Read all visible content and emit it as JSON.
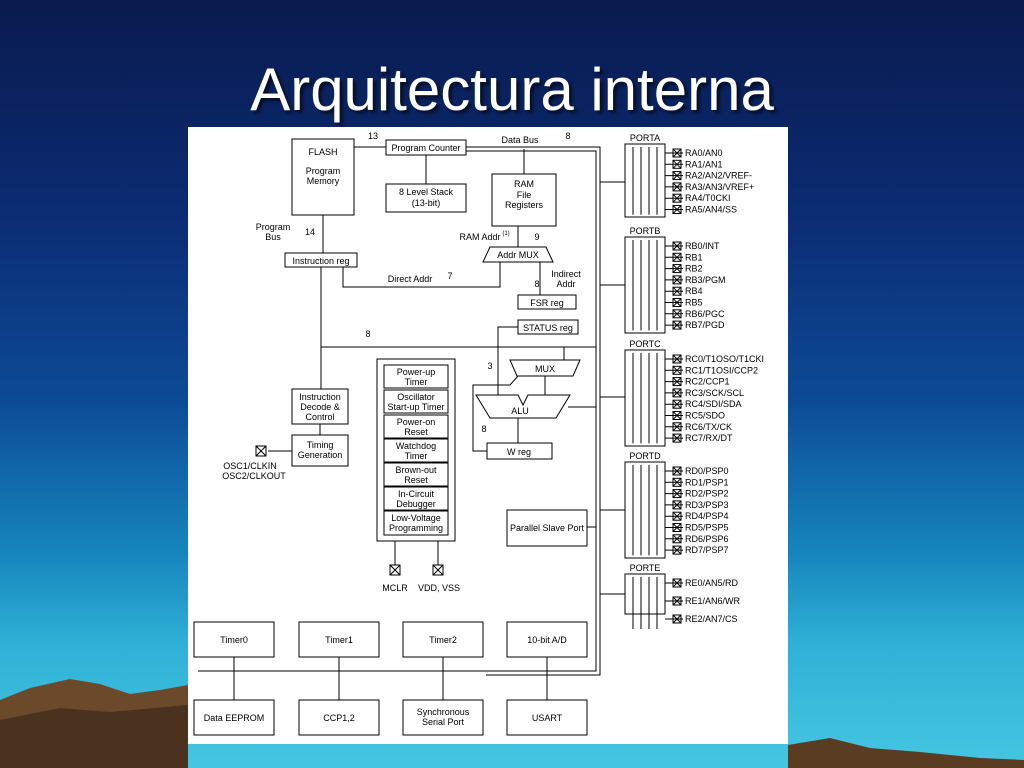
{
  "slide": {
    "title": "Arquitectura interna"
  },
  "diagram": {
    "blocks": {
      "flash": [
        "FLASH",
        "Program",
        "Memory"
      ],
      "program_counter": "Program Counter",
      "stack": [
        "8 Level Stack",
        "(13-bit)"
      ],
      "ram": [
        "RAM",
        "File",
        "Registers"
      ],
      "instruction_reg": "Instruction reg",
      "addr_mux": "Addr MUX",
      "fsr_reg": "FSR reg",
      "status_reg": "STATUS reg",
      "mux": "MUX",
      "alu": "ALU",
      "w_reg": "W reg",
      "instr_decode": [
        "Instruction",
        "Decode &",
        "Control"
      ],
      "timing": [
        "Timing",
        "Generation"
      ],
      "parallel_slave_port": "Parallel Slave Port",
      "special_functions": [
        [
          "Power-up",
          "Timer"
        ],
        [
          "Oscillator",
          "Start-up Timer"
        ],
        [
          "Power-on",
          "Reset"
        ],
        [
          "Watchdog",
          "Timer"
        ],
        [
          "Brown-out",
          "Reset"
        ],
        [
          "In-Circuit",
          "Debugger"
        ],
        [
          "Low-Voltage",
          "Programming"
        ]
      ],
      "peripherals_top": [
        "Timer0",
        "Timer1",
        "Timer2",
        "10-bit A/D"
      ],
      "peripherals_bottom": [
        "Data EEPROM",
        "CCP1,2",
        "Synchronous",
        "Serial Port",
        "USART"
      ]
    },
    "labels": {
      "data_bus": "Data Bus",
      "program_bus": [
        "Program",
        "Bus"
      ],
      "direct_addr": "Direct Addr",
      "ram_addr": "RAM Addr",
      "ram_addr_sup": "(1)",
      "indirect_addr": [
        "Indirect",
        "Addr"
      ],
      "osc_pins": [
        "OSC1/CLKIN",
        "OSC2/CLKOUT"
      ],
      "mclr": "MCLR",
      "vdd_vss": "VDD, VSS",
      "bus_widths": {
        "pc": "13",
        "data_bus": "8",
        "program_bus": "14",
        "direct_addr": "7",
        "ram_addr": "9",
        "indirect": "8",
        "data_path": "8",
        "alu_sel": "3",
        "w_reg": "8"
      }
    },
    "ports": [
      {
        "name": "PORTA",
        "pins": [
          "RA0/AN0",
          "RA1/AN1",
          "RA2/AN2/VREF-",
          "RA3/AN3/VREF+",
          "RA4/T0CKI",
          "RA5/AN4/SS"
        ]
      },
      {
        "name": "PORTB",
        "pins": [
          "RB0/INT",
          "RB1",
          "RB2",
          "RB3/PGM",
          "RB4",
          "RB5",
          "RB6/PGC",
          "RB7/PGD"
        ]
      },
      {
        "name": "PORTC",
        "pins": [
          "RC0/T1OSO/T1CKI",
          "RC1/T1OSI/CCP2",
          "RC2/CCP1",
          "RC3/SCK/SCL",
          "RC4/SDI/SDA",
          "RC5/SDO",
          "RC6/TX/CK",
          "RC7/RX/DT"
        ]
      },
      {
        "name": "PORTD",
        "pins": [
          "RD0/PSP0",
          "RD1/PSP1",
          "RD2/PSP2",
          "RD3/PSP3",
          "RD4/PSP4",
          "RD5/PSP5",
          "RD6/PSP6",
          "RD7/PSP7"
        ]
      },
      {
        "name": "PORTE",
        "pins": [
          "RE0/AN5/RD",
          "RE1/AN6/WR",
          "RE2/AN7/CS"
        ]
      }
    ]
  }
}
